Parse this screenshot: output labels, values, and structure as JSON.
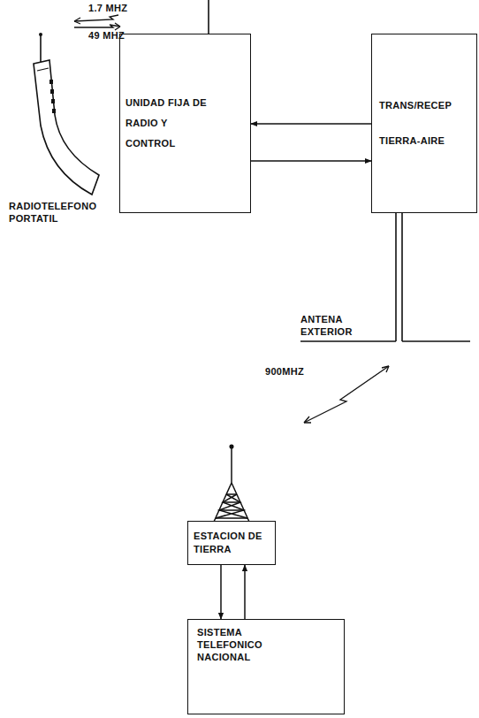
{
  "diagram": {
    "nodes": [
      {
        "text": [
          "UNIDAD FIJA DE RADIO Y CONTROL"
        ]
      },
      {
        "text": [
          "TRANS/RECEP TIERRA-AIRE"
        ]
      },
      {
        "text": [
          "ESTACION DE TIERRA"
        ]
      },
      {
        "text": [
          "SISTEMA TELEFONICO NACIONAL"
        ]
      }
    ],
    "edges": [
      {
        "from": 1,
        "to": 0,
        "arrow": "to"
      },
      {
        "from": 0,
        "to": 1,
        "arrow": "to"
      },
      {
        "from": 2,
        "to": 3,
        "arrow": "to"
      },
      {
        "from": 3,
        "to": 2,
        "arrow": "to"
      }
    ],
    "labels": [
      "1.7 MHZ",
      "49 MHZ",
      "RADIOTELEFONO PORTATIL",
      "ANTENA EXTERIOR",
      "900MHZ"
    ]
  }
}
